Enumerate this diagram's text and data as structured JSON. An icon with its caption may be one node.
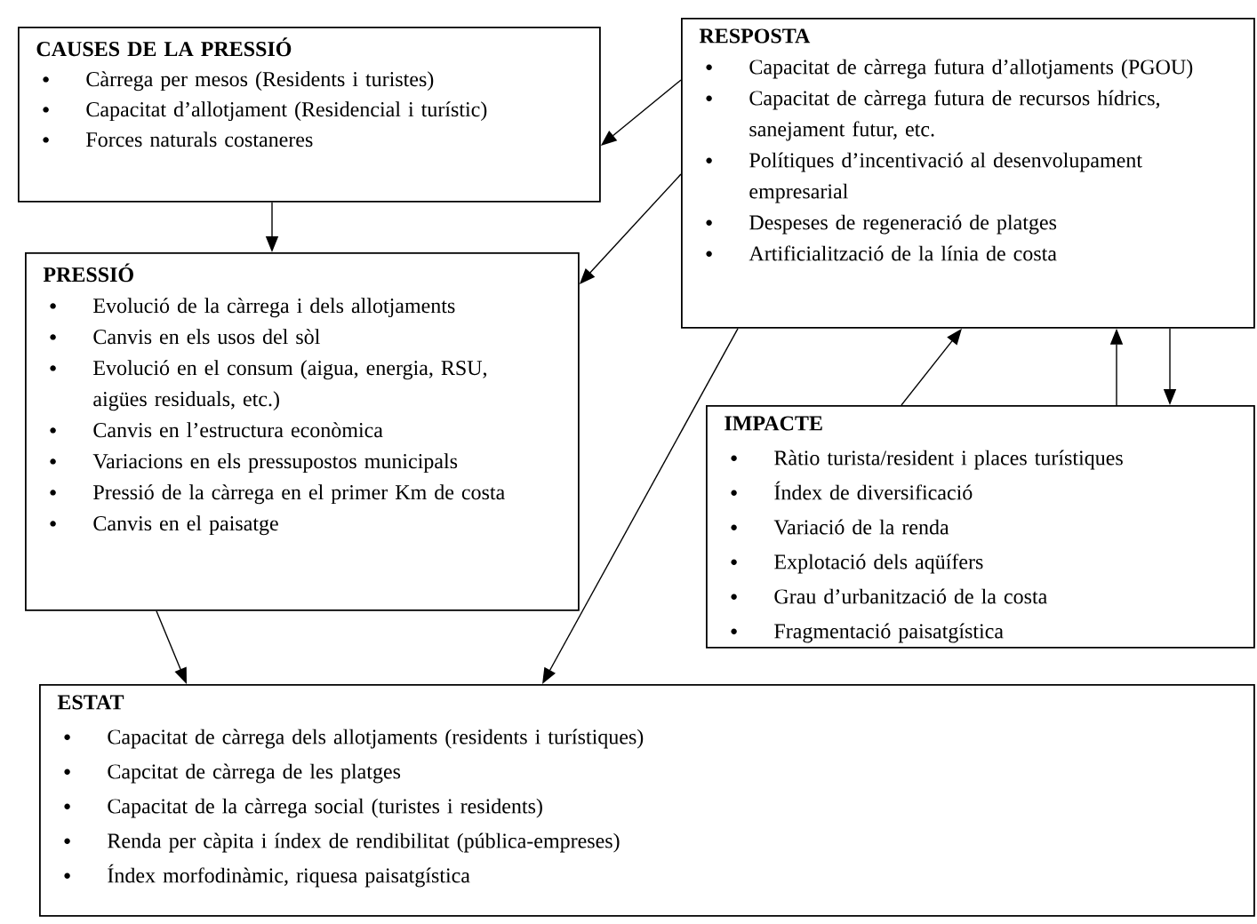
{
  "diagram": {
    "nodes": [
      {
        "text": [
          "CAUSES DE LA PRESSIÓ",
          "Càrrega per mesos (Residents i turistes)",
          "Capacitat d’allotjament (Residencial i turístic)",
          "Forces naturals costaneres"
        ]
      },
      {
        "text": [
          "RESPOSTA",
          "Capacitat de càrrega futura d’allotjaments (PGOU)",
          "Capacitat de càrrega futura de recursos hídrics, sanejament futur, etc.",
          "Polítiques d’incentivació al desenvolupament empresarial",
          "Despeses de regeneració de platges",
          "Artificialització de la línia de costa"
        ]
      },
      {
        "text": [
          "PRESSIÓ",
          "Evolució de la càrrega i dels allotjaments",
          "Canvis en els usos del sòl",
          "Evolució en el consum (aigua, energia, RSU, aigües residuals, etc.)",
          "Canvis en l’estructura econòmica",
          "Variacions en els pressupostos municipals",
          "Pressió de la càrrega en el primer Km de costa",
          "Canvis en el paisatge"
        ]
      },
      {
        "text": [
          "IMPACTE",
          "Ràtio turista/resident i places turístiques",
          "Índex de diversificació",
          "Variació de la renda",
          "Explotació dels aqüífers",
          "Grau d’urbanització de la costa",
          "Fragmentació paisatgística"
        ]
      },
      {
        "text": [
          "ESTAT",
          "Capacitat de càrrega dels allotjaments (residents i turístiques)",
          "Capcitat de càrrega de les platges",
          "Capacitat de la càrrega social (turistes i residents)",
          "Renda per càpita i índex de rendibilitat (pública-empreses)",
          "Índex morfodinàmic, riquesa paisatgística"
        ]
      }
    ],
    "edges": [
      {
        "from": 0,
        "to": 2,
        "arrow": "to"
      },
      {
        "from": 1,
        "to": 0,
        "arrow": "to"
      },
      {
        "from": 1,
        "to": 2,
        "arrow": "to"
      },
      {
        "from": 1,
        "to": 4,
        "arrow": "to"
      },
      {
        "from": 2,
        "to": 4,
        "arrow": "to"
      },
      {
        "from": 3,
        "to": 1,
        "arrow": "to"
      },
      {
        "from": 3,
        "to": 1,
        "arrow": "to"
      },
      {
        "from": 1,
        "to": 3,
        "arrow": "to"
      }
    ]
  }
}
